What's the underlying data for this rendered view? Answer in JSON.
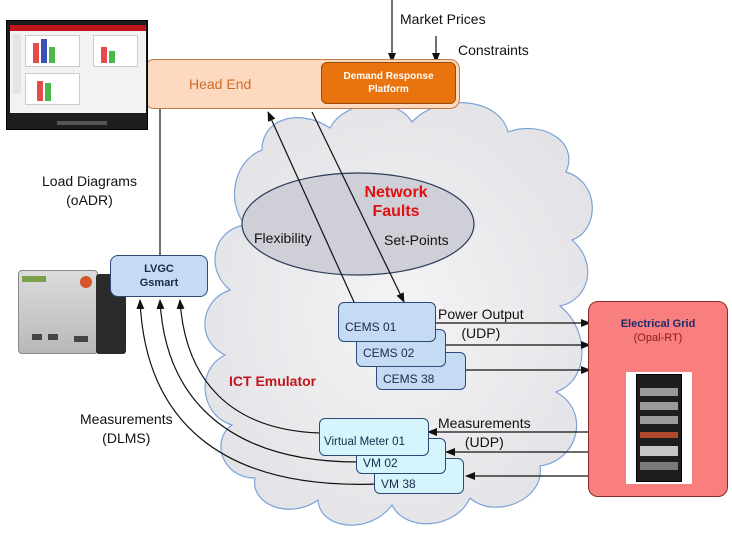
{
  "labels": {
    "market_prices": "Market Prices",
    "constraints": "Constraints",
    "head_end": "Head End",
    "drp_line1": "Demand Response",
    "drp_line2": "Platform",
    "load_diagrams_line1": "Load Diagrams",
    "load_diagrams_line2": "(oADR)",
    "network_faults_line1": "Network",
    "network_faults_line2": "Faults",
    "flexibility": "Flexibility",
    "set_points": "Set-Points",
    "lvgc_line1": "LVGC",
    "lvgc_line2": "Gsmart",
    "cems_01": "CEMS 01",
    "cems_02": "CEMS 02",
    "cems_38": "CEMS 38",
    "power_output_line1": "Power Output",
    "power_output_line2": "(UDP)",
    "ict_emulator": "ICT Emulator",
    "electrical_grid_line1": "Electrical Grid",
    "electrical_grid_line2": "(Opal-RT)",
    "measurements_udp_line1": "Measurements",
    "measurements_udp_line2": "(UDP)",
    "measurements_dlms_line1": "Measurements",
    "measurements_dlms_line2": "(DLMS)",
    "virtual_meter_01": "Virtual Meter 01",
    "vm_02": "VM 02",
    "vm_38": "VM 38"
  },
  "colors": {
    "head_end_fill": "#fcd9bf",
    "drp_fill": "#e8730f",
    "cems_fill": "#c5daf3",
    "vm_fill": "#d3f5fb",
    "lvgc_fill": "#c5daf3",
    "grid_fill": "#f97f7f",
    "fault_fill": "#cfcfd8",
    "network_faults_text": "#e01010",
    "ict_emulator_text": "#c0161b"
  }
}
